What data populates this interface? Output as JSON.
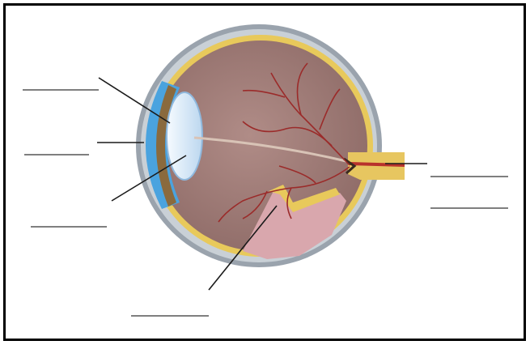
{
  "diagram": {
    "labels": [
      {
        "id": "left-1",
        "text": ""
      },
      {
        "id": "left-2",
        "text": ""
      },
      {
        "id": "left-3",
        "text": ""
      },
      {
        "id": "bottom",
        "text": ""
      },
      {
        "id": "right-1",
        "text": ""
      },
      {
        "id": "right-2",
        "text": ""
      }
    ],
    "colors": {
      "sclera": "#9aa3ad",
      "sclera_light": "#c9d0d6",
      "vitreous": "#a6817c",
      "choroid": "#e8c95b",
      "retina_vessel": "#9b2b2a",
      "lens": "#dbeaf7",
      "cornea": "#4aa3df",
      "optic_nerve": "#e7c660",
      "pink_tissue": "#d9a7ad"
    }
  }
}
